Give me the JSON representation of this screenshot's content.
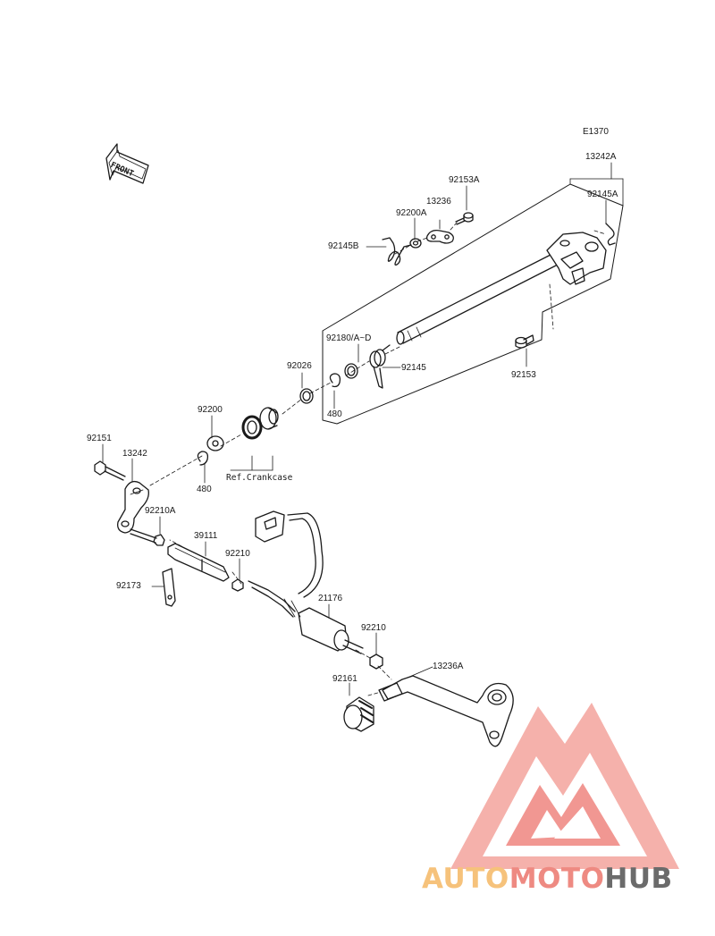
{
  "diagram": {
    "code": "E1370",
    "front_label": "FRONT",
    "ref_note": "Ref.Crankcase",
    "part_numbers": {
      "p13242A": "13242A",
      "p92153A": "92153A",
      "p92145A": "92145A",
      "p13236": "13236",
      "p92200A": "92200A",
      "p92145B": "92145B",
      "p92180": "92180/A~D",
      "p92145": "92145",
      "p92153": "92153",
      "p92026": "92026",
      "p480a": "480",
      "p92200": "92200",
      "p480b": "480",
      "p92151": "92151",
      "p13242": "13242",
      "p92210A": "92210A",
      "p39111": "39111",
      "p92210a": "92210",
      "p92173": "92173",
      "p21176": "21176",
      "p92210b": "92210",
      "p13236A": "13236A",
      "p92161": "92161"
    }
  },
  "watermark": {
    "auto": "AUTO",
    "moto": "MOTO",
    "hub": "HUB"
  },
  "colors": {
    "line": "#1a1a1a",
    "logo_red": "#f08c86",
    "logo_pink": "#f6b1ac",
    "logo_orange": "#f6c27b",
    "logo_gray": "#6b6b6b"
  }
}
